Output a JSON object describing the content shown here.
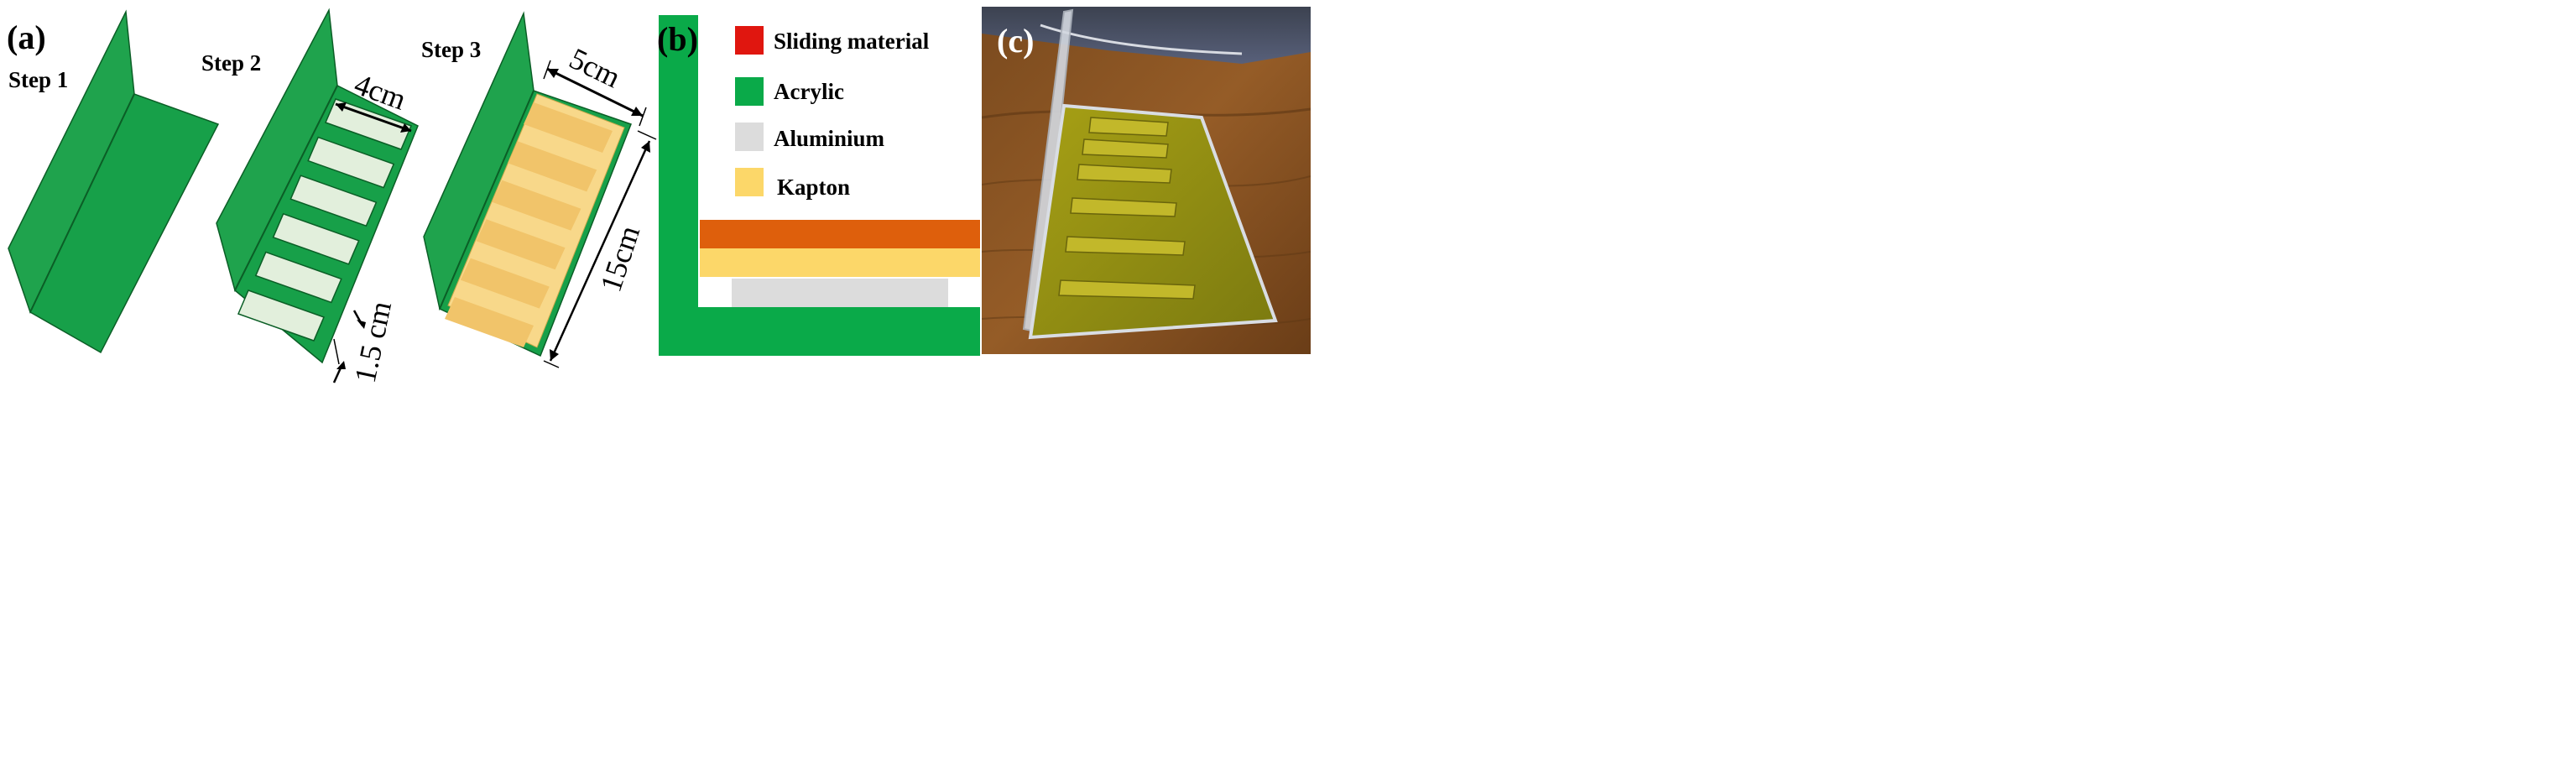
{
  "panels": {
    "a": {
      "label": "(a)",
      "steps": [
        "Step 1",
        "Step 2",
        "Step 3"
      ],
      "dimensions": {
        "strip_length": "4cm",
        "strip_gap": "1.5 cm",
        "plate_width": "5cm",
        "plate_length": "15cm"
      },
      "strip_count": 6
    },
    "b": {
      "label": "(b)",
      "legend": [
        {
          "label": "Sliding material",
          "color": "#e0160f"
        },
        {
          "label": "Acrylic",
          "color": "#0aaa49"
        },
        {
          "label": "Aluminium",
          "color": "#dcdcdc"
        },
        {
          "label": "Kapton",
          "color": "#fcd769"
        }
      ],
      "layer_colors": {
        "sliding": "#de5f0c",
        "kapton": "#fcd769",
        "aluminium": "#dcdcdc",
        "acrylic": "#0aaa49"
      }
    },
    "c": {
      "label": "(c)"
    }
  },
  "colors": {
    "acrylic_green": "#18a048",
    "acrylic_edge": "#0b5e26",
    "aluminium_strip": "#e2efdc",
    "kapton_fill": "#f8d88a"
  }
}
